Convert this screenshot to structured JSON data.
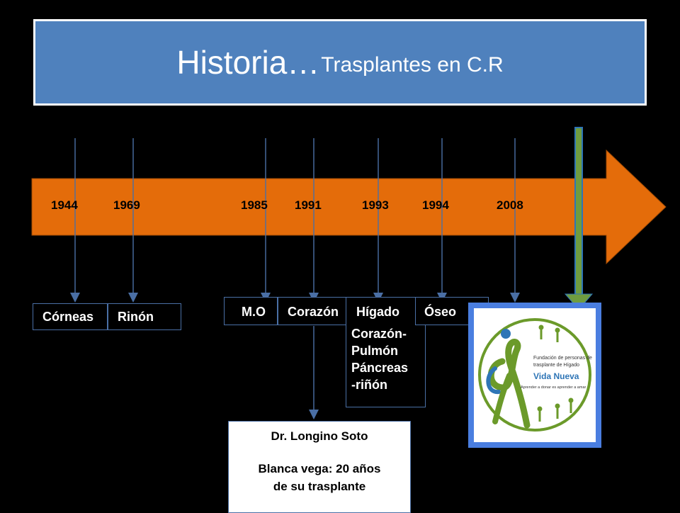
{
  "title": {
    "main": "Historia…",
    "sub": "Trasplantes en C.R"
  },
  "timeline": {
    "years": [
      "1944",
      "1969",
      "1985",
      "1991",
      "1993",
      "1994",
      "2008"
    ],
    "arrow_color": "#e46c0a",
    "connector_color": "#4a6fa5"
  },
  "events": {
    "corneas": "Córneas",
    "rinon": "Rinón",
    "mo": "M.O",
    "corazon": "Corazón",
    "higado": "Hígado",
    "higado_multi": [
      "Corazón-",
      "Pulmón",
      "Páncreas",
      "-riñón"
    ],
    "oseo": "Óseo"
  },
  "note": {
    "line1": "Dr. Longino Soto",
    "line2": "Blanca vega: 20 años",
    "line3": "de su trasplante"
  },
  "logo": {
    "line1": "Fundación de personas de",
    "line2": "trasplante de Hígado",
    "name": "Vida Nueva",
    "motto": "Aprender a donar es aprender a amar",
    "color": "#6b9a2a"
  },
  "marker": {
    "color": "#6f9c3f",
    "outline": "#2e75b6"
  }
}
